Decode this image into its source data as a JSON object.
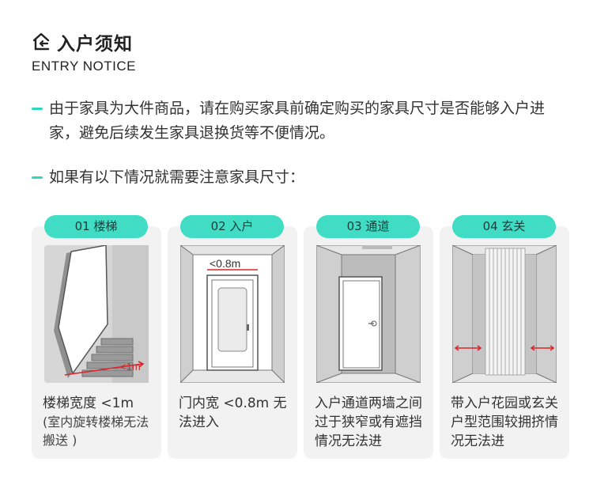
{
  "header": {
    "title": "入户须知",
    "subtitle": "ENTRY NOTICE",
    "icon": "house-arrow-icon"
  },
  "paragraphs": [
    "由于家具为大件商品，请在购买家具前确定购买的家具尺寸是否能够入户进家，避免后续发生家具退换货等不便情况。",
    "如果有以下情况就需要注意家具尺寸："
  ],
  "colors": {
    "accent": "#40dcc4",
    "card_bg": "#f2f2f2",
    "measure_red": "#d9252b"
  },
  "cards": [
    {
      "tag": "01 楼梯",
      "measure": "<1m",
      "caption_main": "楼梯宽度 <1m",
      "caption_note": "(室内旋转楼梯无法搬送 )",
      "icon": "staircase-illustration"
    },
    {
      "tag": "02 入户",
      "measure": "<0.8m",
      "caption_main": "门内宽 <0.8m 无法进入",
      "icon": "door-illustration"
    },
    {
      "tag": "03 通道",
      "caption_main": "入户通道两墙之间过于狭窄或有遮挡情况无法进",
      "icon": "corridor-illustration"
    },
    {
      "tag": "04 玄关",
      "caption_main": "带入户花园或玄关户型范围较拥挤情况无法进",
      "icon": "entryway-illustration"
    }
  ]
}
